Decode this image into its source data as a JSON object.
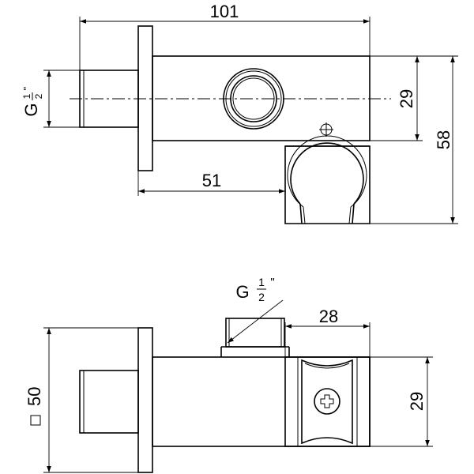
{
  "top_view": {
    "dim_total_length": "101",
    "dim_flange_offset": "51",
    "dim_body_height": "29",
    "dim_total_height": "58",
    "thread_label": {
      "letter": "G",
      "num": "1",
      "den": "2",
      "mark": "\""
    }
  },
  "bottom_view": {
    "dim_square": "50",
    "dim_holder_length": "28",
    "dim_holder_height": "29",
    "thread_label": {
      "letter": "G",
      "num": "1",
      "den": "2",
      "mark": "\""
    }
  },
  "icons": [
    "square-symbol-icon",
    "screw-head-icon"
  ]
}
